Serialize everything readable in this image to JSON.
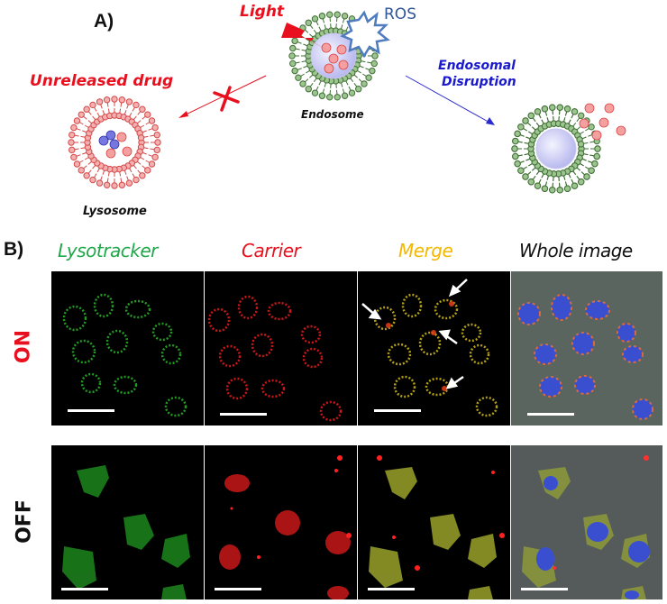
{
  "panel_a": {
    "letter": "A)",
    "labels": {
      "light": "Light",
      "ros": "ROS",
      "endosome": "Endosome",
      "unreleased_drug": "Unreleased drug",
      "lysosome": "Lysosome",
      "endosomal_disruption_line1": "Endosomal",
      "endosomal_disruption_line2": "Disruption"
    },
    "colors": {
      "light": "#e8101e",
      "ros": "#2f5597",
      "endosomal_disruption": "#1a1acc",
      "unreleased_drug": "#e8101e",
      "endosome_membrane": "#5a8f4e",
      "lysosome_membrane": "#e85a5a",
      "carrier_core": "#c9c9f5",
      "drug_red": "#f08080",
      "drug_blue": "#6a6ad8"
    }
  },
  "panel_b": {
    "letter": "B)",
    "columns": [
      {
        "label": "Lysotracker",
        "color": "#1fa84a"
      },
      {
        "label": "Carrier",
        "color": "#e8101e"
      },
      {
        "label": "Merge",
        "color": "#f5b800"
      },
      {
        "label": "Whole image",
        "color": "#111111"
      }
    ],
    "rows": [
      {
        "label": "ON",
        "color": "#e8101e"
      },
      {
        "label": "OFF",
        "color": "#111111"
      }
    ]
  }
}
